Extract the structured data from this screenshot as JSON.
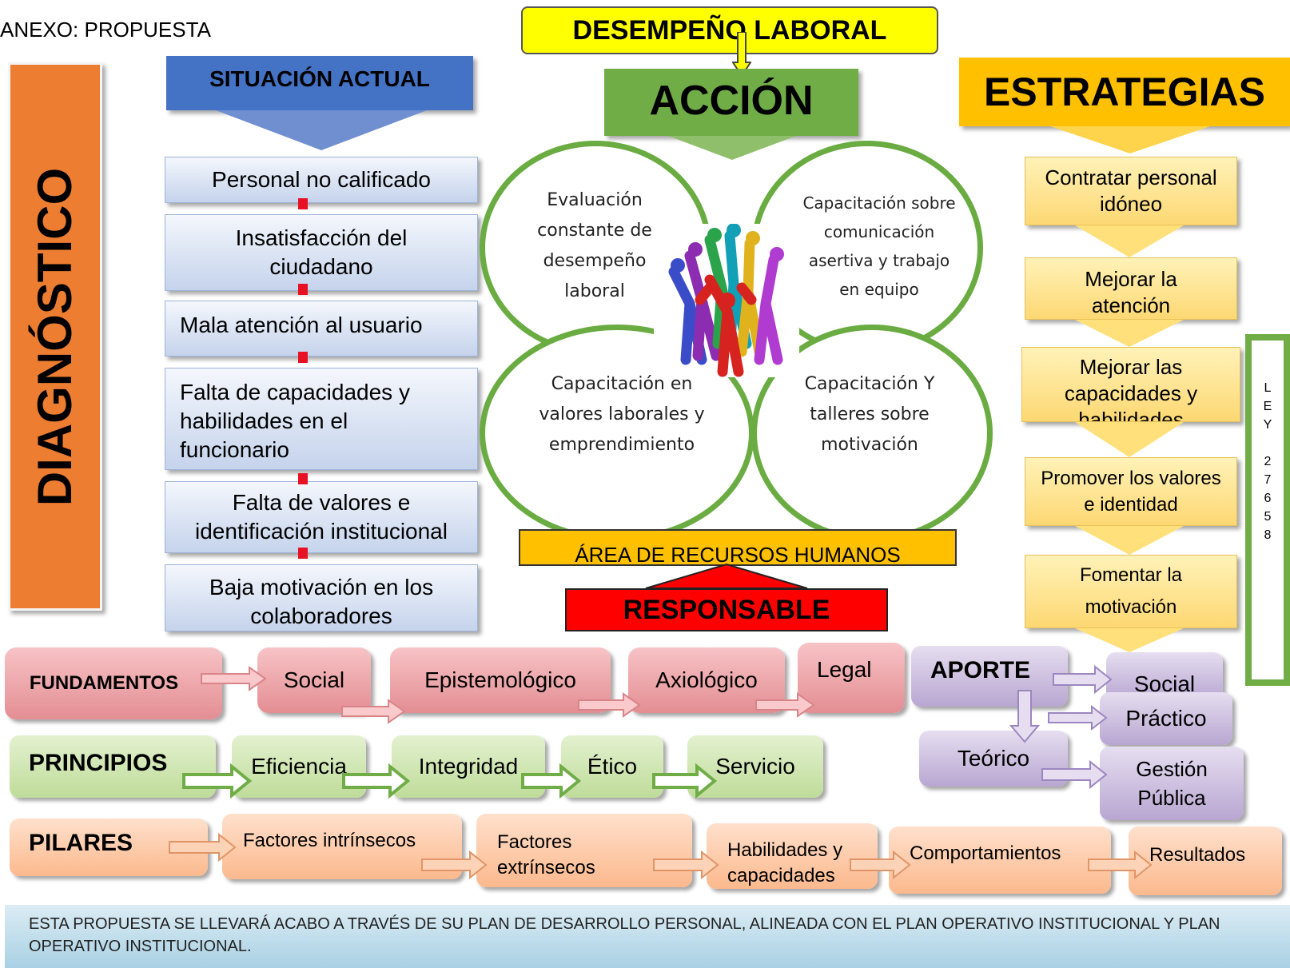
{
  "header": {
    "anexo": "ANEXO: PROPUESTA",
    "desempeno": "DESEMPEÑO LABORAL"
  },
  "diagnostico": {
    "title": "DIAGNÓSTICO"
  },
  "situacion": {
    "title": "SITUACIÓN ACTUAL",
    "items": [
      "Personal no calificado",
      "Insatisfacción del ciudadano",
      "Mala atención al usuario",
      "Falta de capacidades y habilidades en el funcionario",
      "Falta de valores e identificación institucional",
      "Baja motivación en los colaboradores"
    ]
  },
  "accion": {
    "title": "ACCIÓN",
    "circles": [
      "Evaluación constante de desempeño laboral",
      "Capacitación sobre comunicación asertiva y trabajo en equipo",
      "Capacitación en valores laborales y emprendimiento",
      "Capacitación Y talleres sobre motivación"
    ],
    "area": "ÁREA DE RECURSOS HUMANOS",
    "responsable": "RESPONSABLE"
  },
  "estrategias": {
    "title": "ESTRATEGIAS",
    "items": [
      "Contratar personal idóneo",
      "Mejorar la atención",
      "Mejorar las capacidades y habilidades",
      "Promover los valores e identidad",
      "Fomentar la motivación"
    ],
    "ley": [
      "L",
      "E",
      "Y",
      "",
      "2",
      "7",
      "6",
      "5",
      "8"
    ]
  },
  "fundamentos": {
    "label": "FUNDAMENTOS",
    "items": [
      "Social",
      "Epistemológico",
      "Axiológico",
      "Legal"
    ]
  },
  "aporte": {
    "label": "APORTE",
    "items": [
      "Social",
      "Práctico",
      "Teórico",
      "Gestión Pública"
    ]
  },
  "principios": {
    "label": "PRINCIPIOS",
    "items": [
      "Eficiencia",
      "Integridad",
      "Ético",
      "Servicio"
    ]
  },
  "pilares": {
    "label": "PILARES",
    "items": [
      "Factores intrínsecos",
      "Factores extrínsecos",
      "Habilidades y capacidades",
      "Comportamientos",
      "Resultados"
    ]
  },
  "footer": {
    "text": "ESTA PROPUESTA SE LLEVARÁ ACABO A TRAVÉS DE SU PLAN DE DESARROLLO PERSONAL, ALINEADA CON EL PLAN OPERATIVO INSTITUCIONAL Y PLAN OPERATIVO INSTITUCIONAL."
  },
  "colors": {
    "diagnostico": "#ed7d31",
    "situacion": "#4472c4",
    "accion": "#70ad47",
    "estrategias": "#ffc000",
    "responsable": "#ff0000",
    "desempeno": "#ffff00"
  }
}
